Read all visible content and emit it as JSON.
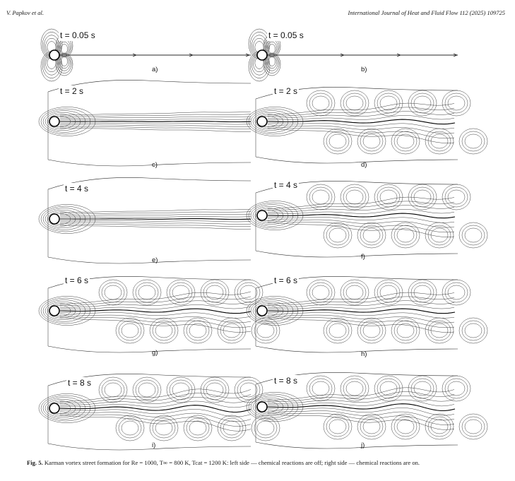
{
  "header": {
    "author": "V. Papkov et al.",
    "journal": "International Journal of Heat and Fluid Flow 112 (2025) 109725"
  },
  "panels": [
    {
      "id": "a",
      "time": "t = 0.05 s",
      "label": "a)"
    },
    {
      "id": "b",
      "time": "t = 0.05 s",
      "label": "b)"
    },
    {
      "id": "c",
      "time": "t = 2 s",
      "label": "c)"
    },
    {
      "id": "d",
      "time": "t = 2 s",
      "label": "d)"
    },
    {
      "id": "e",
      "time": "t = 4 s",
      "label": "e)"
    },
    {
      "id": "f",
      "time": "t = 4 s",
      "label": "f)"
    },
    {
      "id": "g",
      "time": "t = 6 s",
      "label": "g)"
    },
    {
      "id": "h",
      "time": "t = 6 s",
      "label": "h)"
    },
    {
      "id": "i",
      "time": "t = 8 s",
      "label": "i)"
    },
    {
      "id": "j",
      "time": "t = 8 s",
      "label": "j)"
    }
  ],
  "caption": {
    "fig": "Fig. 5.",
    "text": "Karman vortex street formation for Re = 1000, T∞ = 800 K, Tcat = 1200 K: left side — chemical reactions are off; right side — chemical reactions are on."
  }
}
